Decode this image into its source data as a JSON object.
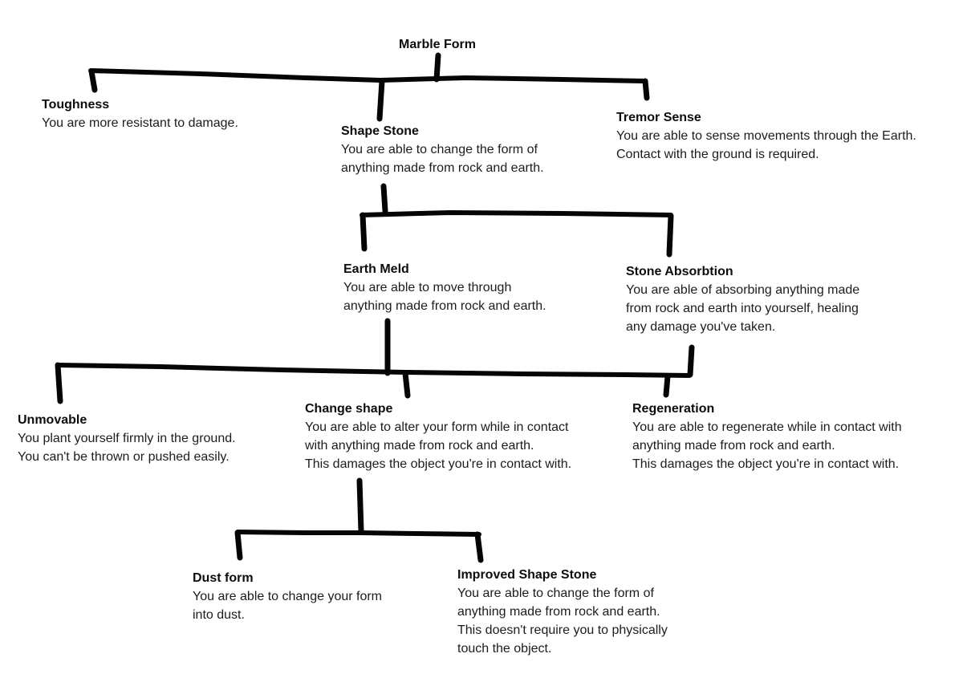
{
  "diagram": {
    "kind": "skill-tree",
    "line_color": "#050505",
    "background_color": "#ffffff",
    "nodes": {
      "marble_form": {
        "title": "Marble Form",
        "desc": ""
      },
      "toughness": {
        "title": "Toughness",
        "desc": "You are more resistant to damage."
      },
      "shape_stone": {
        "title": "Shape Stone",
        "desc": "You are able to change the form of\nanything made from rock and earth."
      },
      "tremor_sense": {
        "title": "Tremor Sense",
        "desc": "You are able to sense movements through the Earth.\nContact with the ground is required."
      },
      "earth_meld": {
        "title": "Earth Meld",
        "desc": "You are able to move through\nanything made from rock and earth."
      },
      "stone_absorbtion": {
        "title": "Stone Absorbtion",
        "desc": "You are able of absorbing anything made\nfrom rock and earth into yourself, healing\nany damage you've taken."
      },
      "unmovable": {
        "title": "Unmovable",
        "desc": "You plant yourself firmly in the ground.\nYou can't be thrown or pushed easily."
      },
      "change_shape": {
        "title": "Change shape",
        "desc": "You are able to alter your form while in contact\nwith anything made from rock and earth.\nThis damages the object you're in contact with."
      },
      "regeneration": {
        "title": "Regeneration",
        "desc": "You are able to regenerate while in contact with\nanything made from rock and earth.\nThis damages the object you're in contact with."
      },
      "dust_form": {
        "title": "Dust form",
        "desc": "You are able to change your form\ninto dust."
      },
      "improved_shape_stone": {
        "title": "Improved Shape Stone",
        "desc": "You are able to change the form of\nanything made from rock and earth.\nThis doesn't require you to physically\ntouch the object."
      }
    },
    "edges": [
      {
        "from": "marble_form",
        "to": "toughness"
      },
      {
        "from": "marble_form",
        "to": "shape_stone"
      },
      {
        "from": "marble_form",
        "to": "tremor_sense"
      },
      {
        "from": "shape_stone",
        "to": "earth_meld"
      },
      {
        "from": "shape_stone",
        "to": "stone_absorbtion"
      },
      {
        "from": "earth_meld",
        "to": "unmovable"
      },
      {
        "from": "earth_meld",
        "to": "change_shape"
      },
      {
        "from": "stone_absorbtion",
        "to": "regeneration"
      },
      {
        "from": "change_shape",
        "to": "dust_form"
      },
      {
        "from": "change_shape",
        "to": "improved_shape_stone"
      }
    ]
  }
}
